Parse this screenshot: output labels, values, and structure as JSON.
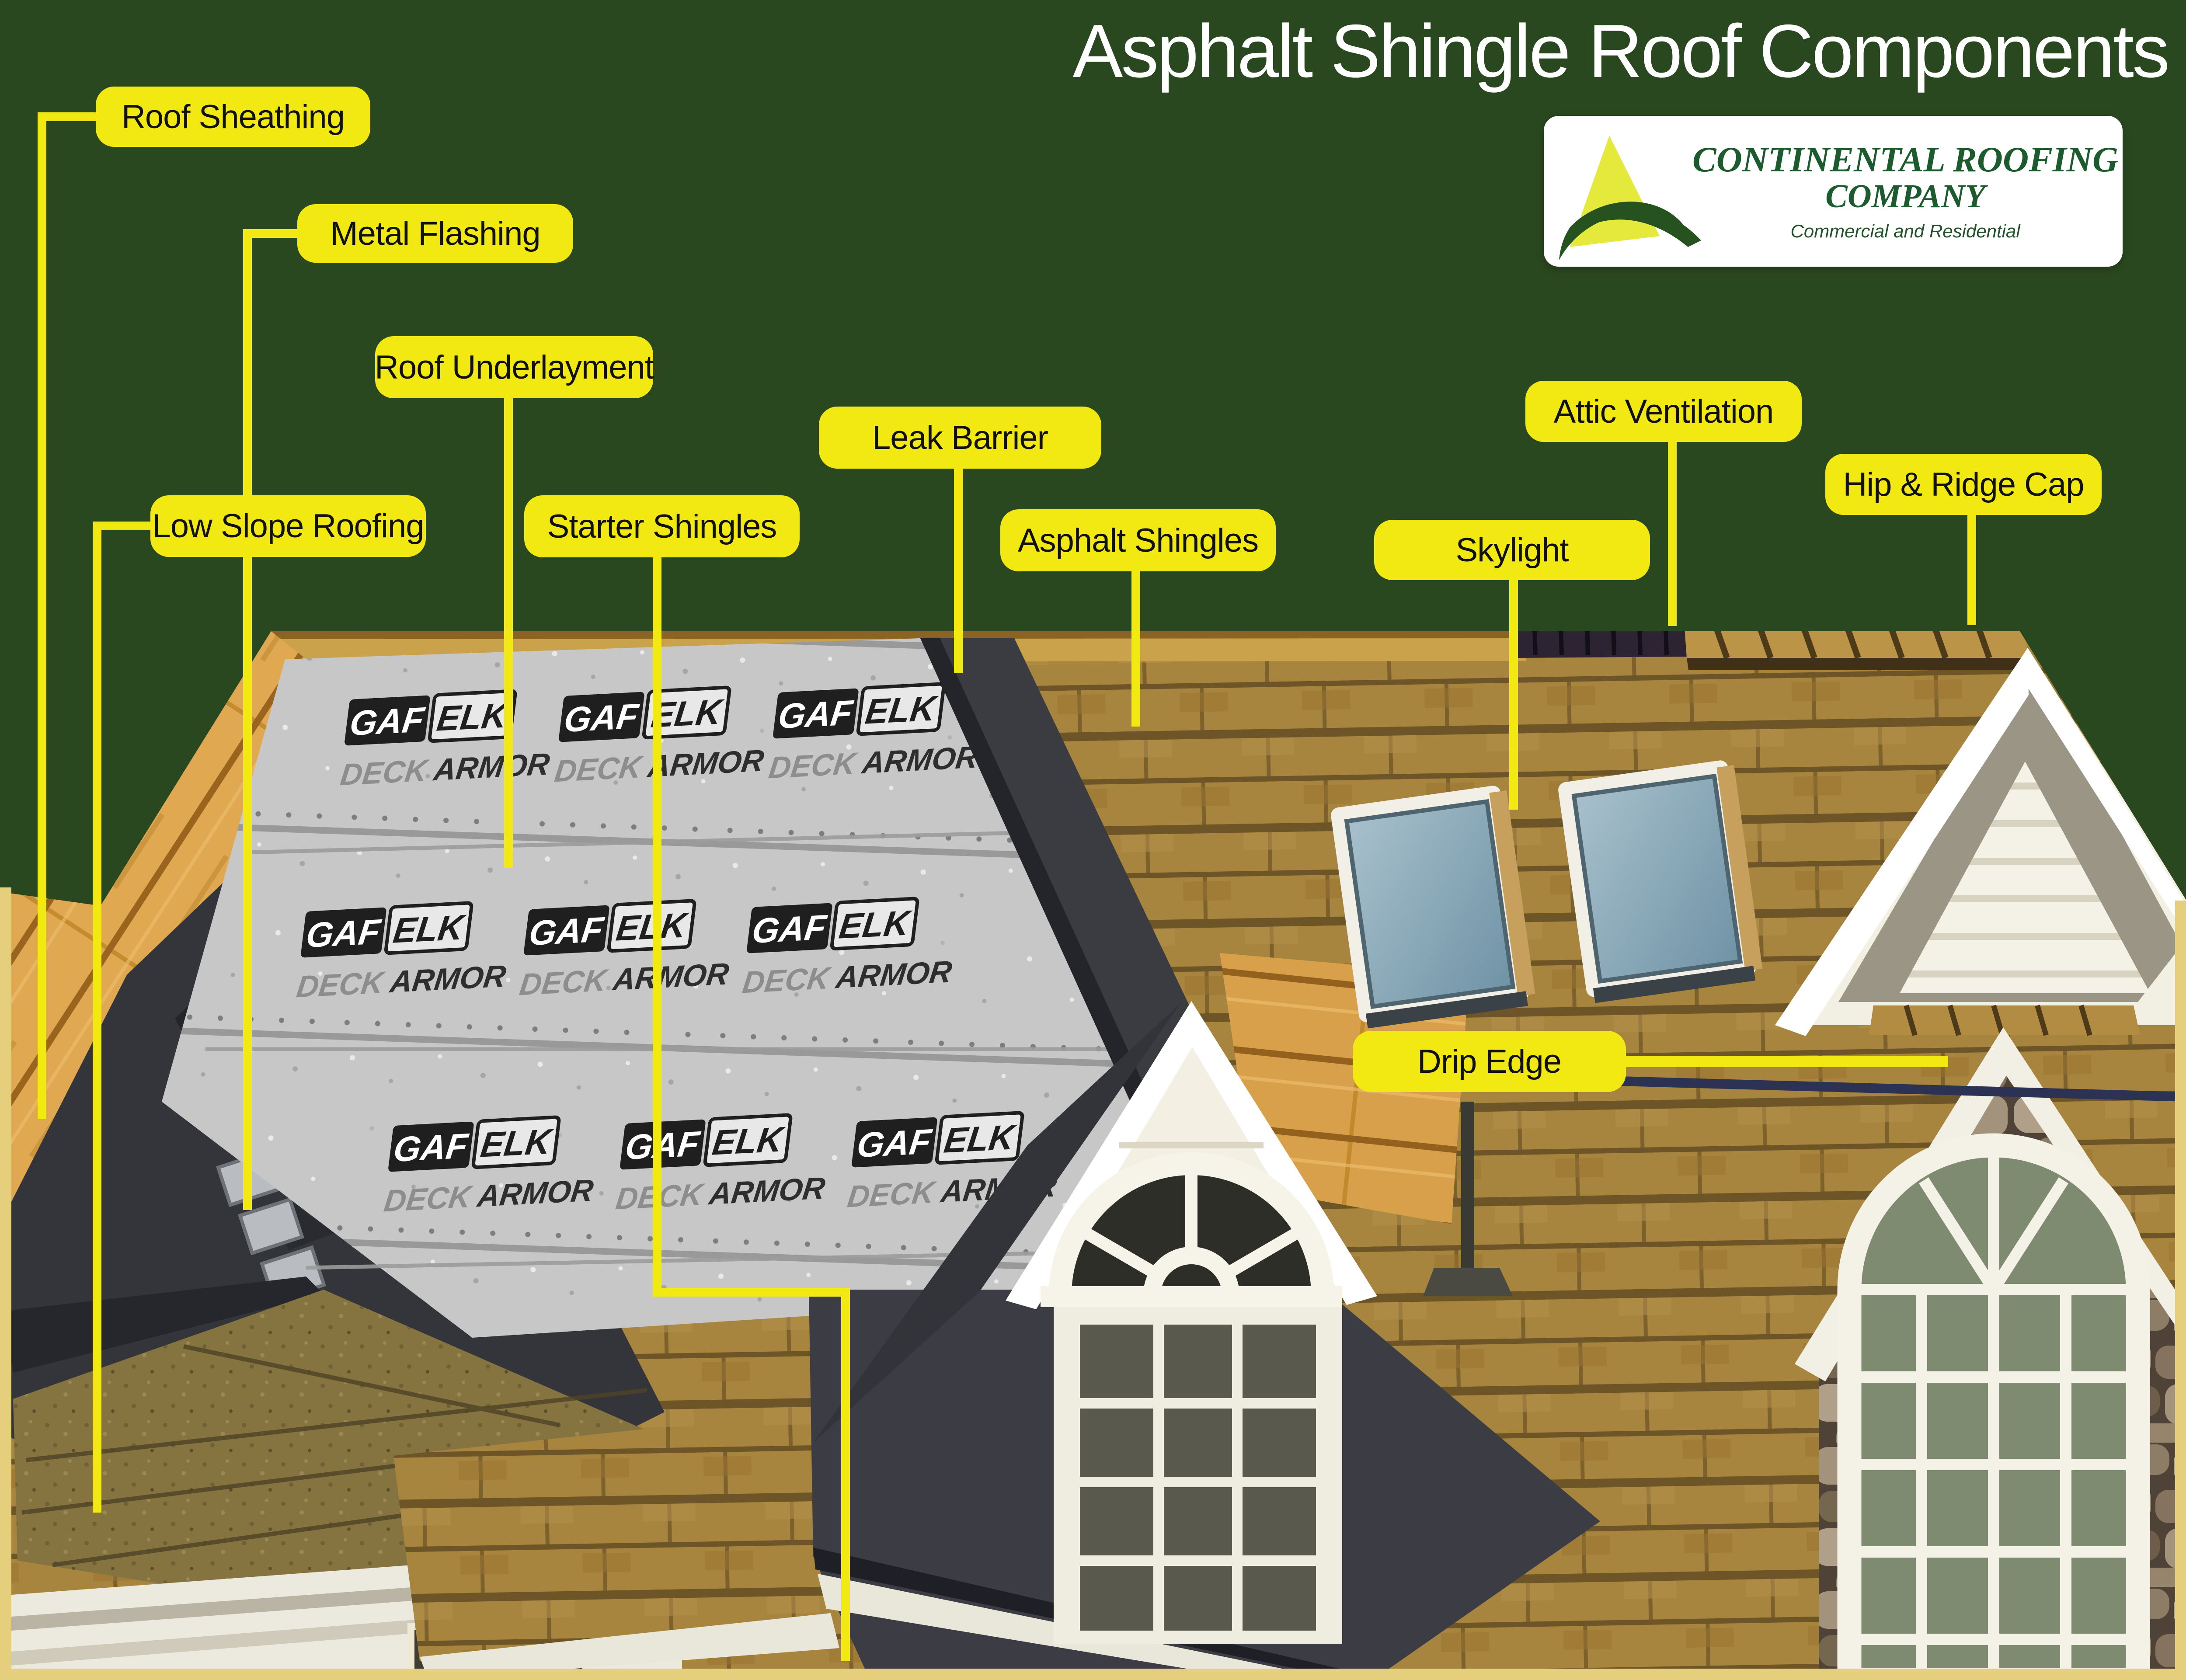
{
  "title": "Asphalt Shingle Roof Components",
  "logo": {
    "line1": "CONTINENTAL ROOFING",
    "line2": "COMPANY",
    "tagline": "Commercial and Residential"
  },
  "labels": {
    "roof_sheathing": "Roof Sheathing",
    "metal_flashing": "Metal Flashing",
    "roof_underlayment": "Roof Underlayment",
    "leak_barrier": "Leak Barrier",
    "low_slope_roofing": "Low Slope Roofing",
    "starter_shingles": "Starter Shingles",
    "asphalt_shingles": "Asphalt Shingles",
    "attic_ventilation": "Attic Ventilation",
    "skylight": "Skylight",
    "drip_edge": "Drip Edge",
    "hip_ridge_cap": "Hip & Ridge Cap"
  },
  "underlayment_print": {
    "brand": "GAF",
    "brand_partner": "ELK",
    "product_word1": "DECK",
    "product_word2": "ARMOR"
  },
  "colors": {
    "background": "#2a481f",
    "label_background": "#f2e912",
    "label_text": "#111111",
    "callout_line": "#f2e912",
    "frame_border": "#e5cf7d",
    "title_text": "#ffffff",
    "logo_text_green": "#1c5b2d",
    "logo_triangle_yellow": "#e4e93b",
    "shingle_tan": "#a8853f",
    "underlayment_gray": "#c7c7c7",
    "leak_barrier_charcoal": "#3b3c42",
    "plywood_wood": "#dfa851",
    "skylight_blue": "#87a7b7",
    "drip_edge_navy": "#2c3254"
  }
}
